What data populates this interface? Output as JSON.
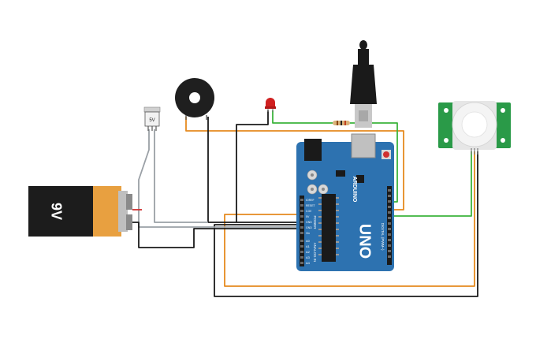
{
  "components": {
    "battery": {
      "label": "9V",
      "color": "#e8a040"
    },
    "regulator": {
      "label": "5V"
    },
    "buzzer": {
      "name": "piezo-buzzer"
    },
    "led": {
      "color": "#d02020"
    },
    "resistor": {
      "name": "resistor"
    },
    "usb": {
      "name": "usb-plug"
    },
    "pir": {
      "name": "pir-motion-sensor"
    },
    "arduino": {
      "brand": "ARDUINO",
      "model": "UNO",
      "power_header": "POWER",
      "analog_header": "ANALOG IN",
      "digital_header": "DIGITAL (PWM~)",
      "analog_pins": [
        "A0",
        "A1",
        "A2",
        "A3",
        "A4",
        "A5"
      ],
      "power_pins": [
        "IOREF",
        "RESET",
        "3.3V",
        "5V",
        "GND",
        "GND",
        "Vin"
      ],
      "color": "#2d72b0"
    }
  },
  "wire_colors": {
    "orange": "#e58a1f",
    "green": "#3cb43c",
    "black": "#1a1a1a",
    "gray": "#9aa0a6",
    "red": "#d03030"
  }
}
